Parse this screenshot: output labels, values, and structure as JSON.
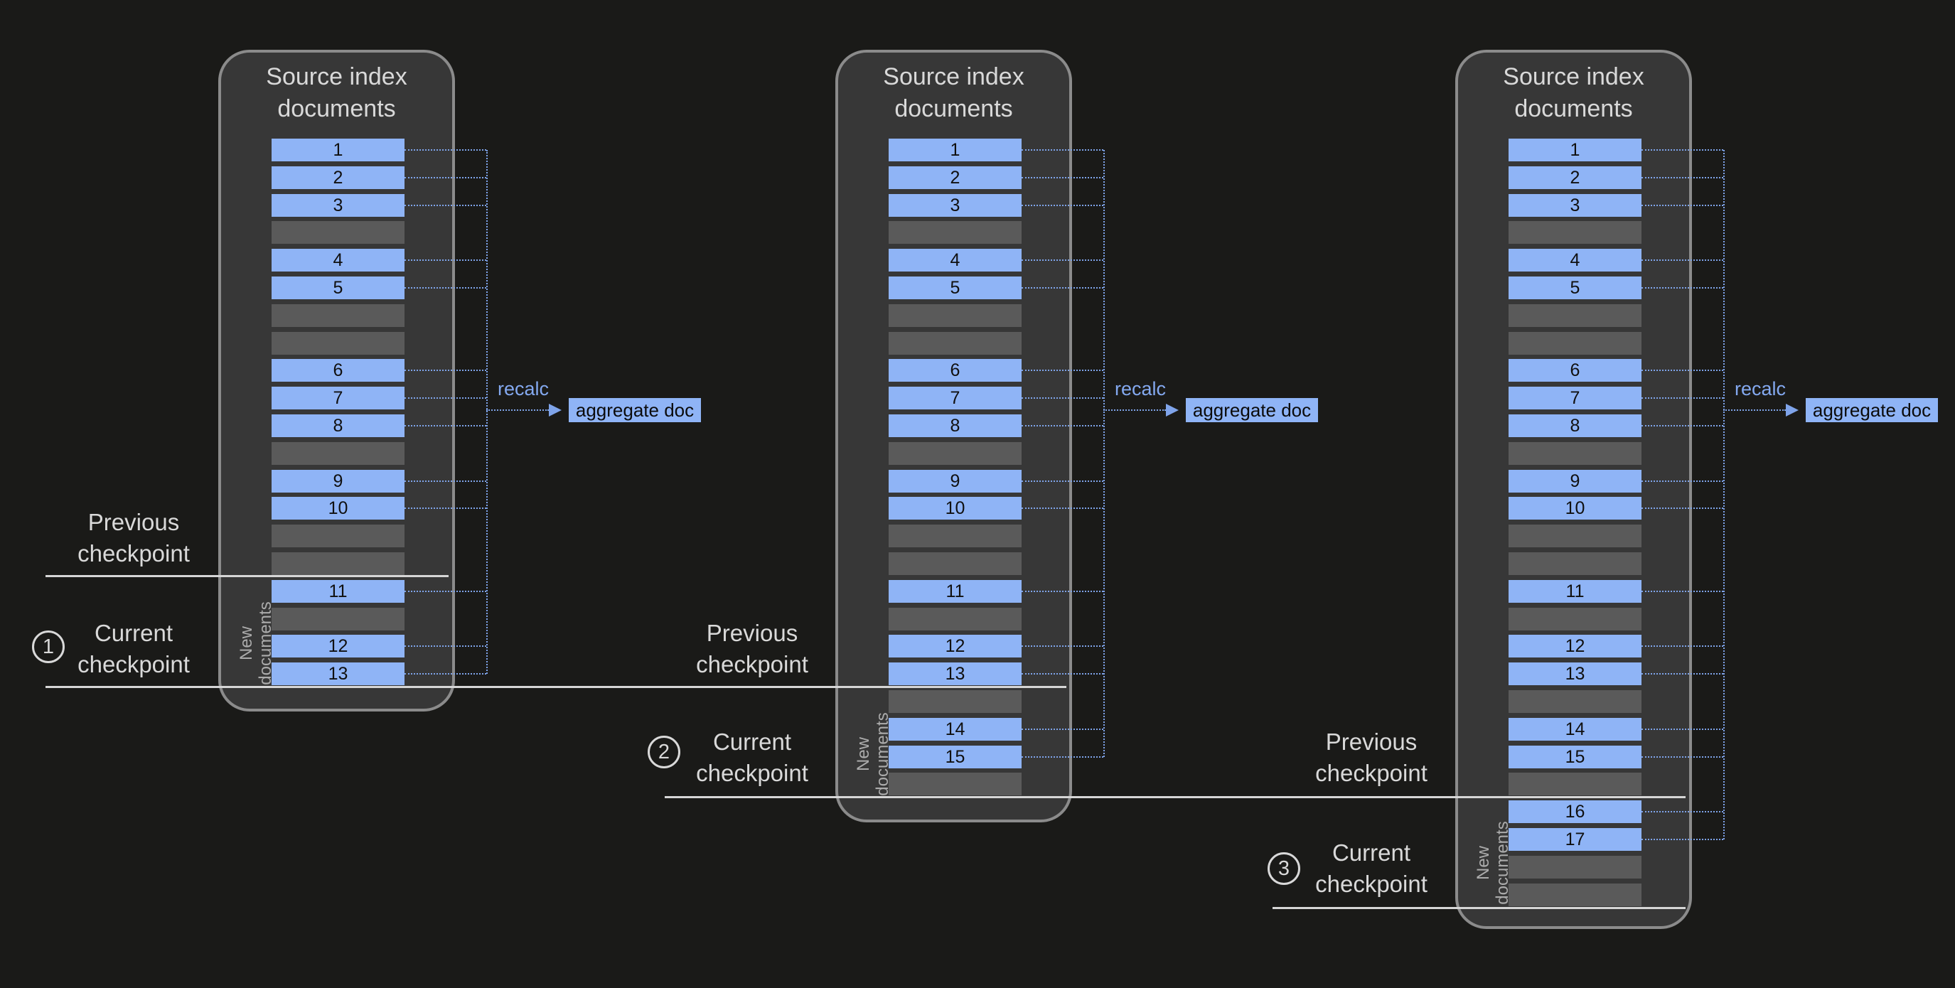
{
  "colors": {
    "background": "#1a1a18",
    "panel_fill": "#373737",
    "panel_border": "#8b8b8b",
    "document_bar": "#8fb4f6",
    "empty_bar": "#5a5a5a",
    "bar_text": "#101010",
    "title_text": "#d9d9d9",
    "connector_blue": "#7fa4ea",
    "recalc_text": "#84a9f0",
    "checkpoint_line": "#d6d6d6",
    "new_documents_text": "#ababab"
  },
  "panels": [
    {
      "title": "Source index\ndocuments",
      "rows": [
        "1",
        "2",
        "3",
        "",
        "4",
        "5",
        "",
        "",
        "6",
        "7",
        "8",
        "",
        "9",
        "10",
        "",
        "",
        "11",
        "",
        "12",
        "13"
      ],
      "connector_label": "recalc",
      "aggregate_label": "aggregate doc",
      "new_documents": "New\ndocuments"
    },
    {
      "title": "Source index\ndocuments",
      "rows": [
        "1",
        "2",
        "3",
        "",
        "4",
        "5",
        "",
        "",
        "6",
        "7",
        "8",
        "",
        "9",
        "10",
        "",
        "",
        "11",
        "",
        "12",
        "13",
        "",
        "14",
        "15",
        ""
      ],
      "connector_label": "recalc",
      "aggregate_label": "aggregate doc",
      "new_documents": "New\ndocuments"
    },
    {
      "title": "Source index\ndocuments",
      "rows": [
        "1",
        "2",
        "3",
        "",
        "4",
        "5",
        "",
        "",
        "6",
        "7",
        "8",
        "",
        "9",
        "10",
        "",
        "",
        "11",
        "",
        "12",
        "13",
        "",
        "14",
        "15",
        "",
        "16",
        "17",
        "",
        ""
      ],
      "connector_label": "recalc",
      "aggregate_label": "aggregate doc",
      "new_documents": "New\ndocuments"
    }
  ],
  "checkpoints": [
    {
      "number": "1",
      "previous": "Previous\ncheckpoint",
      "current": "Current\ncheckpoint"
    },
    {
      "number": "2",
      "previous": "Previous\ncheckpoint",
      "current": "Current\ncheckpoint"
    },
    {
      "number": "3",
      "previous": "Previous\ncheckpoint",
      "current": "Current\ncheckpoint"
    }
  ]
}
